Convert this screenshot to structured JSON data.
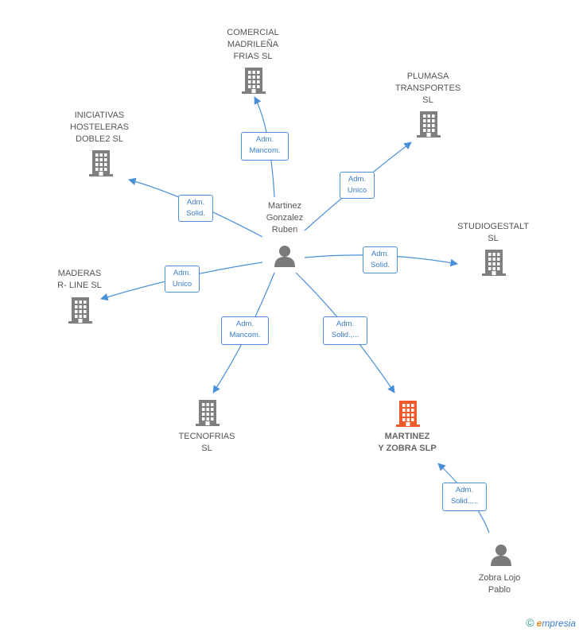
{
  "colors": {
    "edge": "#4a90d9",
    "company": "#7f7f7f",
    "highlight": "#ee5a2a",
    "person": "#7a7a7a"
  },
  "people": [
    {
      "id": "martinez",
      "label": "Martinez\nGonzalez\nRuben",
      "icon": "person-icon"
    },
    {
      "id": "zobra",
      "label": "Zobra Lojo\nPablo",
      "icon": "person-icon"
    }
  ],
  "companies": [
    {
      "id": "comercial",
      "label": "COMERCIAL\nMADRILEÑA\nFRIAS  SL",
      "icon": "building-icon"
    },
    {
      "id": "plumasa",
      "label": "PLUMASA\nTRANSPORTES\nSL",
      "icon": "building-icon"
    },
    {
      "id": "iniciativas",
      "label": "INICIATIVAS\nHOSTELERAS\nDOBLE2  SL",
      "icon": "building-icon"
    },
    {
      "id": "studio",
      "label": "STUDIOGESTALT\nSL",
      "icon": "building-icon"
    },
    {
      "id": "maderas",
      "label": "MADERAS\nR- LINE SL",
      "icon": "building-icon"
    },
    {
      "id": "tecnofrias",
      "label": "TECNOFRIAS\nSL",
      "icon": "building-icon"
    },
    {
      "id": "mzobra",
      "label": "MARTINEZ\nY ZOBRA  SLP",
      "icon": "building-icon",
      "highlight": true
    }
  ],
  "relations": [
    {
      "label": "Adm.\nMancom.",
      "from": "martinez",
      "to": "comercial"
    },
    {
      "label": "Adm.\nUnico",
      "from": "martinez",
      "to": "plumasa"
    },
    {
      "label": "Adm.\nSolid.",
      "from": "martinez",
      "to": "iniciativas"
    },
    {
      "label": "Adm.\nSolid.",
      "from": "martinez",
      "to": "studio"
    },
    {
      "label": "Adm.\nUnico",
      "from": "martinez",
      "to": "maderas"
    },
    {
      "label": "Adm.\nMancom.",
      "from": "martinez",
      "to": "tecnofrias"
    },
    {
      "label": "Adm.\nSolid.,...",
      "from": "martinez",
      "to": "mzobra"
    },
    {
      "label": "Adm.\nSolid.,...",
      "from": "zobra",
      "to": "mzobra"
    }
  ],
  "footer": {
    "copyright": "©",
    "brand_e": "e",
    "brand_rest": "mpresia"
  }
}
